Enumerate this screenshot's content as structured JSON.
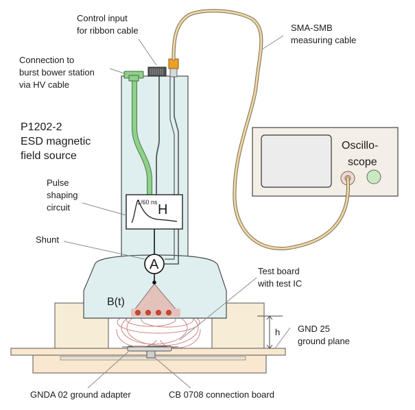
{
  "labels": {
    "control_input_1": "Control input",
    "control_input_2": "for ribbon cable",
    "sma_1": "SMA-SMB",
    "sma_2": "measuring cable",
    "connection_1": "Connection to",
    "connection_2": "burst bower station",
    "connection_3": "via HV cable",
    "device_1": "P1202-2",
    "device_2": "ESD magnetic",
    "device_3": "field source",
    "pulse_1": "Pulse",
    "pulse_2": "shaping",
    "pulse_3": "circuit",
    "shunt": "Shunt",
    "oscillo_1": "Oscillo-",
    "oscillo_2": "scope",
    "test_board_1": "Test board",
    "test_board_2": "with test IC",
    "bt": "B(t)",
    "h": "h",
    "gnd_1": "GND 25",
    "gnd_2": "ground plane",
    "gnda": "GNDA 02 ground adapter",
    "cb": "CB 0708 connection board",
    "pulse_time": "1/60 ns",
    "pulse_H": "H",
    "ammeter": "A"
  },
  "colors": {
    "housing_fill": "#dfeff0",
    "housing_stroke": "#4a4a4a",
    "cable_beige": "#efd7a8",
    "hv_green": "#8fd08a",
    "ground_plane": "#f9e7cf",
    "support_block": "#f7edd6",
    "triangle_fill": "#e3c2bb",
    "ic_dot": "#d6402a",
    "field_line": "#c97a7a",
    "smb_orange": "#f0a020",
    "scope_body": "#f3efe6",
    "scope_screen": "#ececec",
    "knob_green": "#c8eac0",
    "knob_pink": "#f3d8cc"
  }
}
